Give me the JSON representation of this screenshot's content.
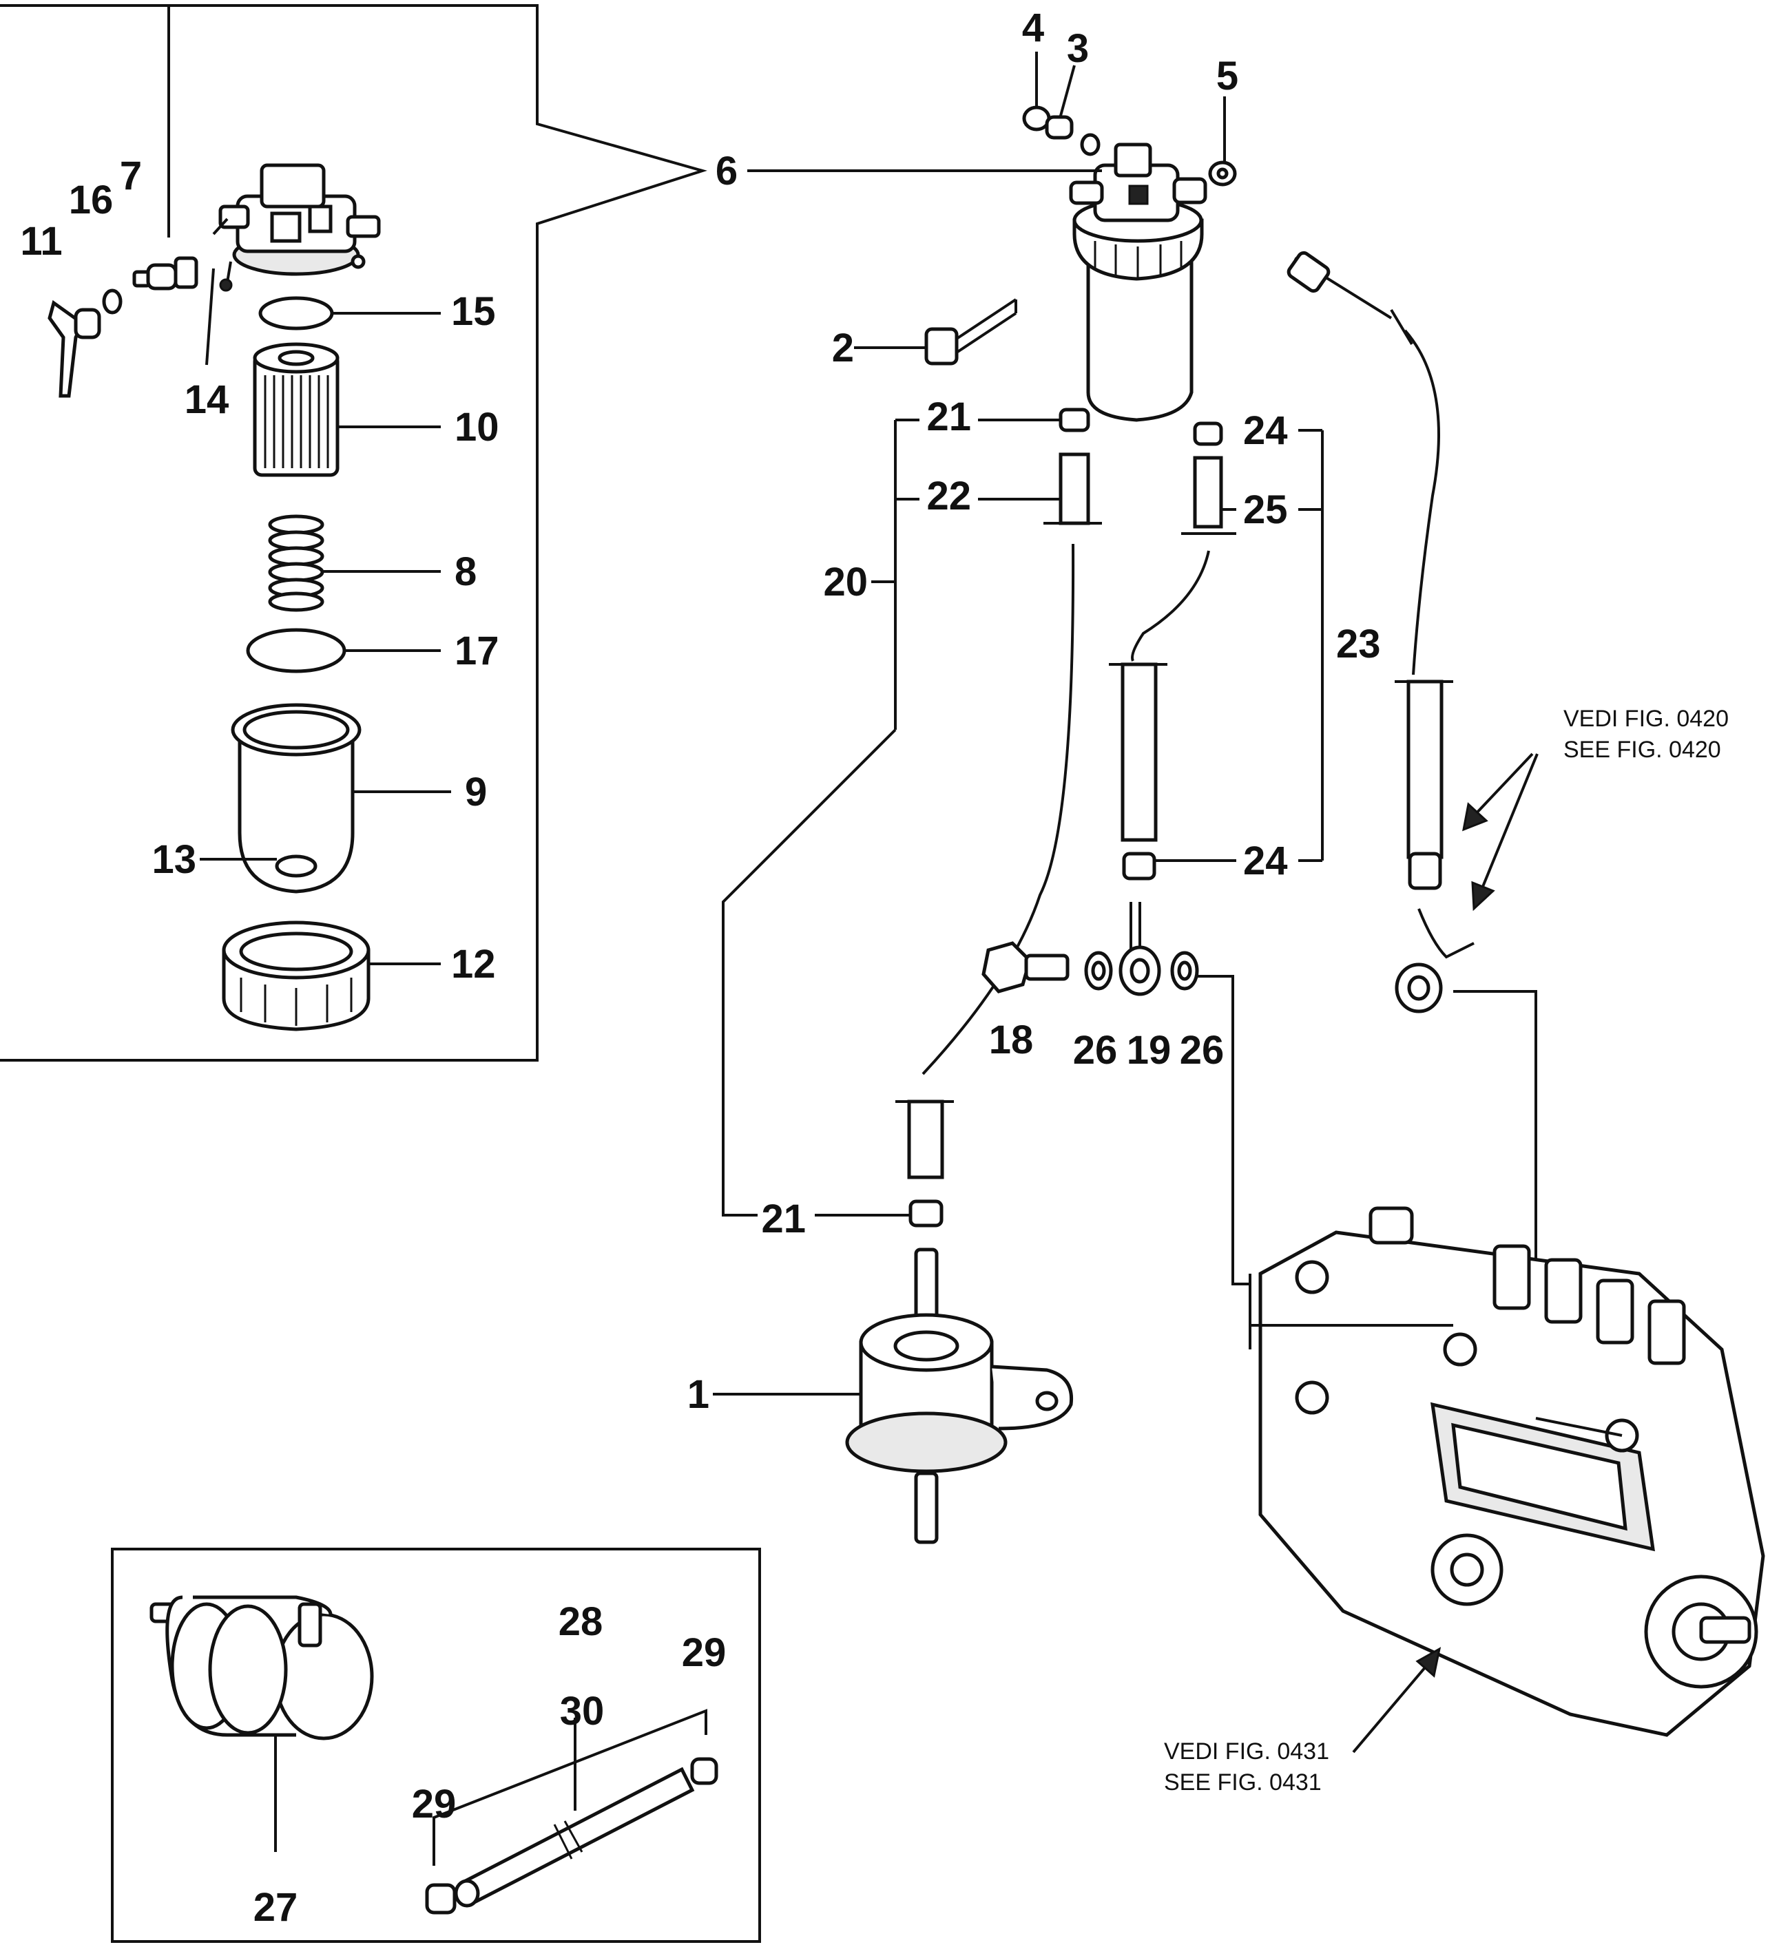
{
  "diagram": {
    "callouts": [
      {
        "id": "c1",
        "label": "1"
      },
      {
        "id": "c2",
        "label": "2"
      },
      {
        "id": "c3",
        "label": "3"
      },
      {
        "id": "c4",
        "label": "4"
      },
      {
        "id": "c5",
        "label": "5"
      },
      {
        "id": "c6",
        "label": "6"
      },
      {
        "id": "c7",
        "label": "7"
      },
      {
        "id": "c8",
        "label": "8"
      },
      {
        "id": "c9",
        "label": "9"
      },
      {
        "id": "c10",
        "label": "10"
      },
      {
        "id": "c11",
        "label": "11"
      },
      {
        "id": "c12",
        "label": "12"
      },
      {
        "id": "c13",
        "label": "13"
      },
      {
        "id": "c14",
        "label": "14"
      },
      {
        "id": "c15",
        "label": "15"
      },
      {
        "id": "c16",
        "label": "16"
      },
      {
        "id": "c17",
        "label": "17"
      },
      {
        "id": "c18",
        "label": "18"
      },
      {
        "id": "c19",
        "label": "19"
      },
      {
        "id": "c20",
        "label": "20"
      },
      {
        "id": "c21a",
        "label": "21"
      },
      {
        "id": "c21b",
        "label": "21"
      },
      {
        "id": "c22",
        "label": "22"
      },
      {
        "id": "c23",
        "label": "23"
      },
      {
        "id": "c24a",
        "label": "24"
      },
      {
        "id": "c24b",
        "label": "24"
      },
      {
        "id": "c25",
        "label": "25"
      },
      {
        "id": "c26a",
        "label": "26"
      },
      {
        "id": "c26b",
        "label": "26"
      },
      {
        "id": "c27",
        "label": "27"
      },
      {
        "id": "c28",
        "label": "28"
      },
      {
        "id": "c29a",
        "label": "29"
      },
      {
        "id": "c29b",
        "label": "29"
      },
      {
        "id": "c30",
        "label": "30"
      }
    ],
    "references": {
      "fig_0420_it": "VEDI FIG. 0420",
      "fig_0420_en": "SEE FIG. 0420",
      "fig_0431_it": "VEDI FIG. 0431",
      "fig_0431_en": "SEE FIG. 0431"
    }
  }
}
